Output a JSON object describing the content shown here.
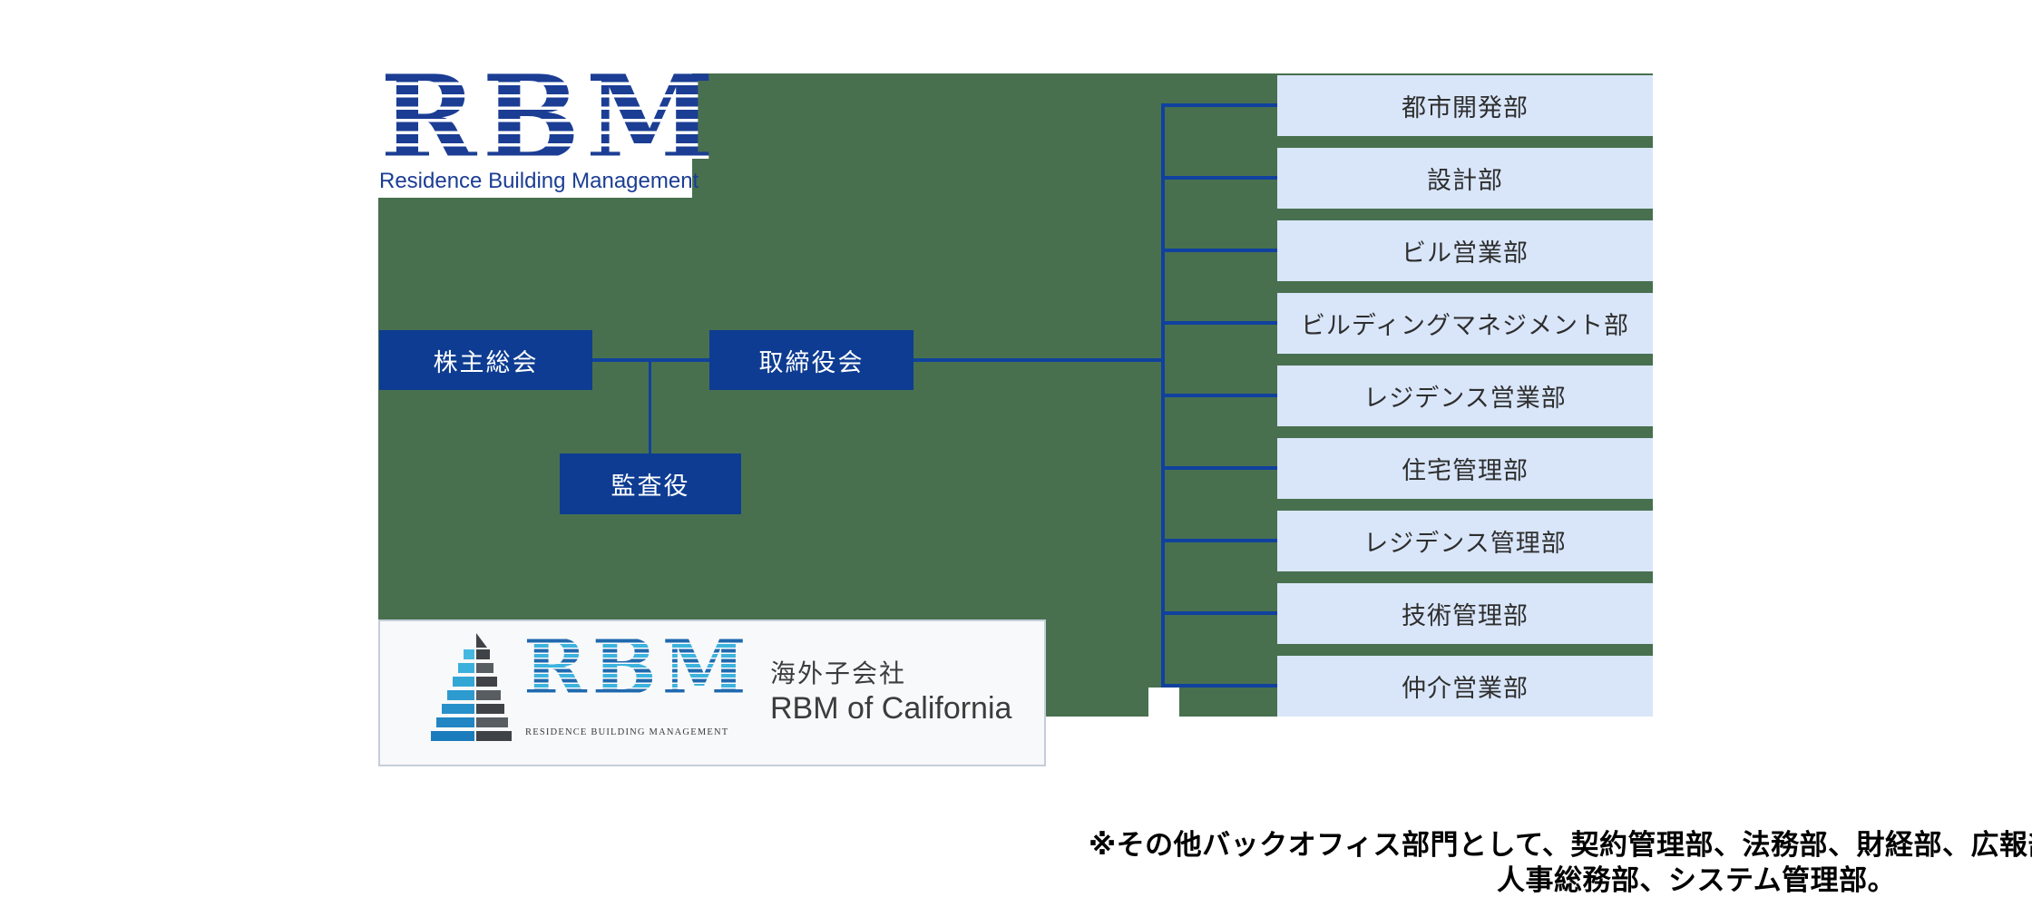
{
  "logo": {
    "acronym": "RBM",
    "subtitle": "Residence Building Management"
  },
  "org": {
    "shareholders": "株主総会",
    "board": "取締役会",
    "auditor": "監査役"
  },
  "departments": [
    "都市開発部",
    "設計部",
    "ビル営業部",
    "ビルディングマネジメント部",
    "レジデンス営業部",
    "住宅管理部",
    "レジデンス管理部",
    "技術管理部",
    "仲介営業部"
  ],
  "subsidiary": {
    "logo_acronym": "RBM",
    "logo_subtitle": "RESIDENCE BUILDING MANAGEMENT",
    "label": "海外子会社",
    "name": "RBM of California"
  },
  "footnote": {
    "line1": "※その他バックオフィス部門として、契約管理部、法務部、財経部、広報部、",
    "line2": "人事総務部、システム管理部。"
  },
  "colors": {
    "field_green": "#48704f",
    "org_box_blue": "#0d3c92",
    "department_box_blue": "#d9e6fa",
    "connector_blue": "#10419e",
    "logo_navy": "#1b3d94",
    "logo_cyan": "#3cb3de",
    "footnote_black": "#000000"
  }
}
